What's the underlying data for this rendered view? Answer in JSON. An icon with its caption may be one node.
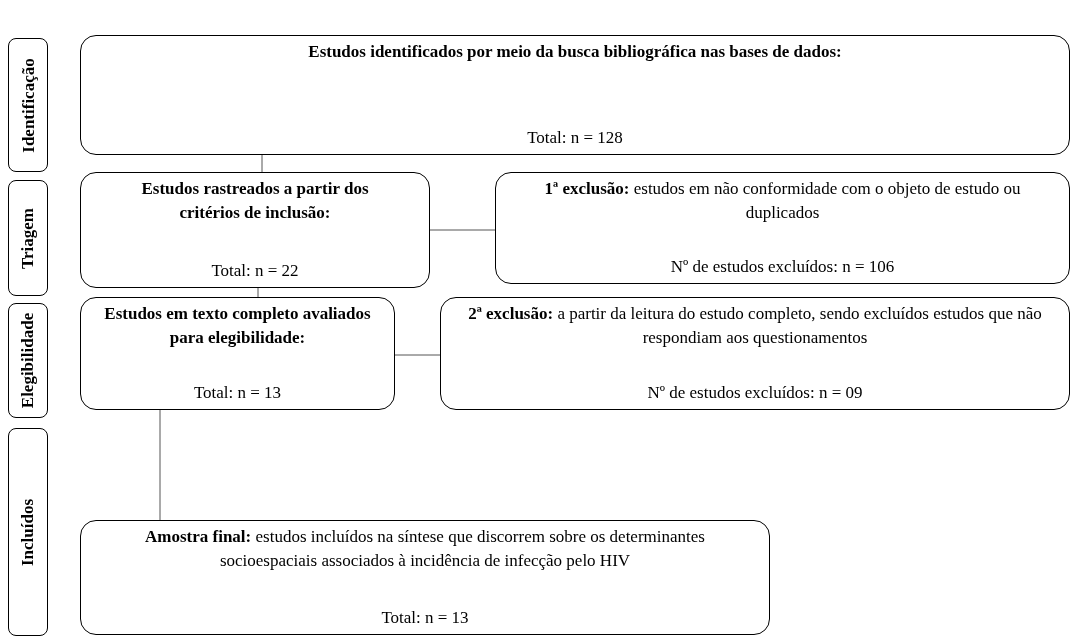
{
  "diagram": {
    "nodes": [
      {
        "text": [
          "Identificação"
        ]
      },
      {
        "text": [
          "Estudos identificados por meio da busca bibliográfica nas bases de dados:",
          "Total: n = 128"
        ]
      },
      {
        "text": [
          "Triagem"
        ]
      },
      {
        "text": [
          "Estudos rastreados a partir dos critérios de inclusão:",
          "Total: n = 22"
        ]
      },
      {
        "text": [
          "**1ª exclusão:** estudos em não conformidade com o objeto de estudo ou duplicados",
          "Nº de estudos excluídos: n = 106"
        ]
      },
      {
        "text": [
          "Elegibilidade"
        ]
      },
      {
        "text": [
          "Estudos em texto completo avaliados para elegibilidade:",
          "Total: n = 13"
        ]
      },
      {
        "text": [
          "**2ª exclusão:** a partir da leitura do estudo completo, sendo excluídos estudos que não respondiam aos questionamentos",
          "Nº de estudos excluídos: n = 09"
        ]
      },
      {
        "text": [
          "Incluídos"
        ]
      },
      {
        "text": [
          "**Amostra final:** estudos incluídos na síntese que discorrem sobre os determinantes socioespaciais associados à incidência de infecção pelo HIV",
          "Total: n = 13"
        ]
      }
    ],
    "edges": [
      {
        "from": 1,
        "to": 3,
        "arrow": "none"
      },
      {
        "from": 3,
        "to": 4,
        "arrow": "none"
      },
      {
        "from": 3,
        "to": 6,
        "arrow": "none"
      },
      {
        "from": 6,
        "to": 7,
        "arrow": "none"
      },
      {
        "from": 6,
        "to": 9,
        "arrow": "none"
      }
    ]
  }
}
